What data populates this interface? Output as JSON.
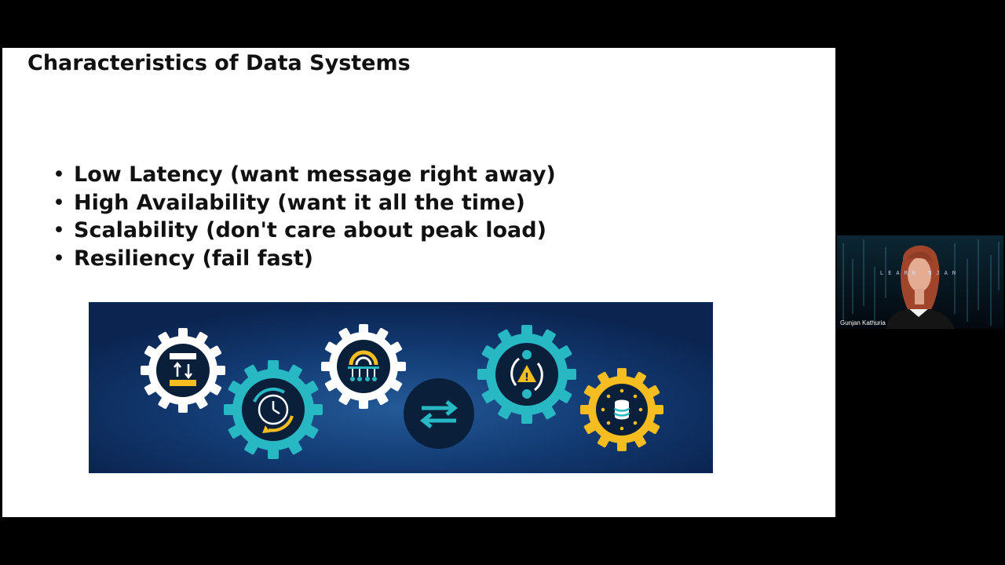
{
  "slide": {
    "title": "Characteristics of Data Systems",
    "bullets": [
      "Low Latency (want message right away)",
      "High Availability (want it all the time)",
      "Scalability (don't care about peak load)",
      "Resiliency (fail fast)"
    ]
  },
  "banner": {
    "icons": [
      "server-transfer-icon",
      "clock-refresh-icon",
      "speed-gauge-icon",
      "swap-arrows-icon",
      "warning-refresh-icon",
      "database-icon"
    ],
    "colors": {
      "background": "#0d2a57",
      "white_gear": "#ffffff",
      "teal_gear": "#27b8c3",
      "yellow_gear": "#f5bd1f",
      "inner_dark": "#0a1f3a"
    }
  },
  "video": {
    "participant_name": "Gunjan Kathuria",
    "logo_text": "LEARN    NJAN"
  }
}
